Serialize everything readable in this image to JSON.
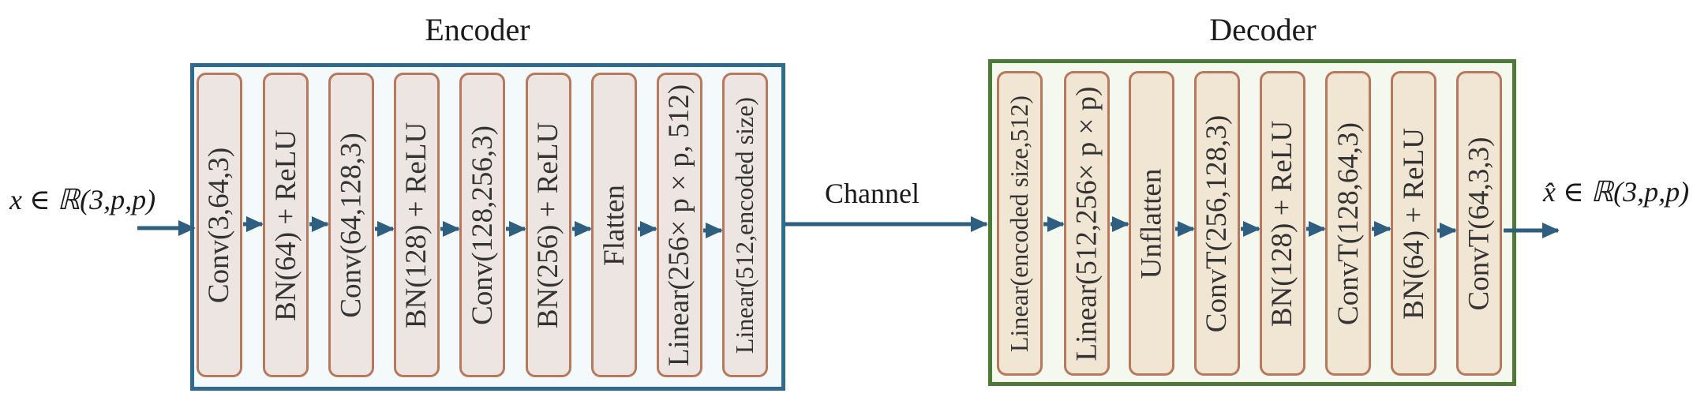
{
  "encoder": {
    "title": "Encoder",
    "layers": [
      "Conv(3,64,3)",
      "BN(64) + ReLU",
      "Conv(64,128,3)",
      "BN(128) + ReLU",
      "Conv(128,256,3)",
      "BN(256) + ReLU",
      "Flatten",
      "Linear(256× p × p, 512)",
      "Linear(512,encoded size)"
    ]
  },
  "decoder": {
    "title": "Decoder",
    "layers": [
      "Linear(encoded size,512)",
      "Linear(512,256× p × p)",
      "Unflatten",
      "ConvT(256,128,3)",
      "BN(128) + ReLU",
      "ConvT(128,64,3)",
      "BN(64) + ReLU",
      "ConvT(64,3,3)"
    ]
  },
  "channel": {
    "label": "Channel"
  },
  "input": {
    "label": "x ∈ ℝ(3,p,p)"
  },
  "output": {
    "label": "x̂ ∈ ℝ(3,p,p)"
  },
  "colors": {
    "encoder_border": "#2e6b8f",
    "decoder_border": "#4b7b34",
    "block_border": "#b8785c",
    "arrow": "#2e5f80"
  }
}
